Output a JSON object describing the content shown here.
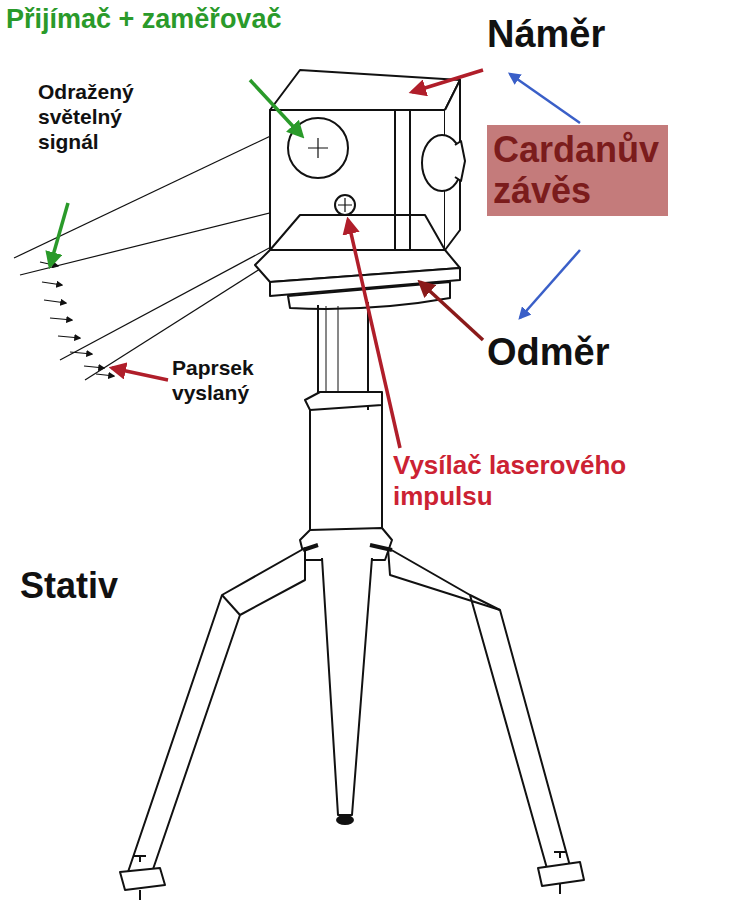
{
  "diagram": {
    "nodes": [
      {
        "text": [
          "Cardanův závěs"
        ]
      }
    ],
    "labels": [
      "Přijímač + zaměřovač",
      "Náměr",
      "Odražený světelný signál",
      "Paprsek vyslaný",
      "Odměr",
      "Vysílač laserového impulsu",
      "Stativ"
    ]
  }
}
